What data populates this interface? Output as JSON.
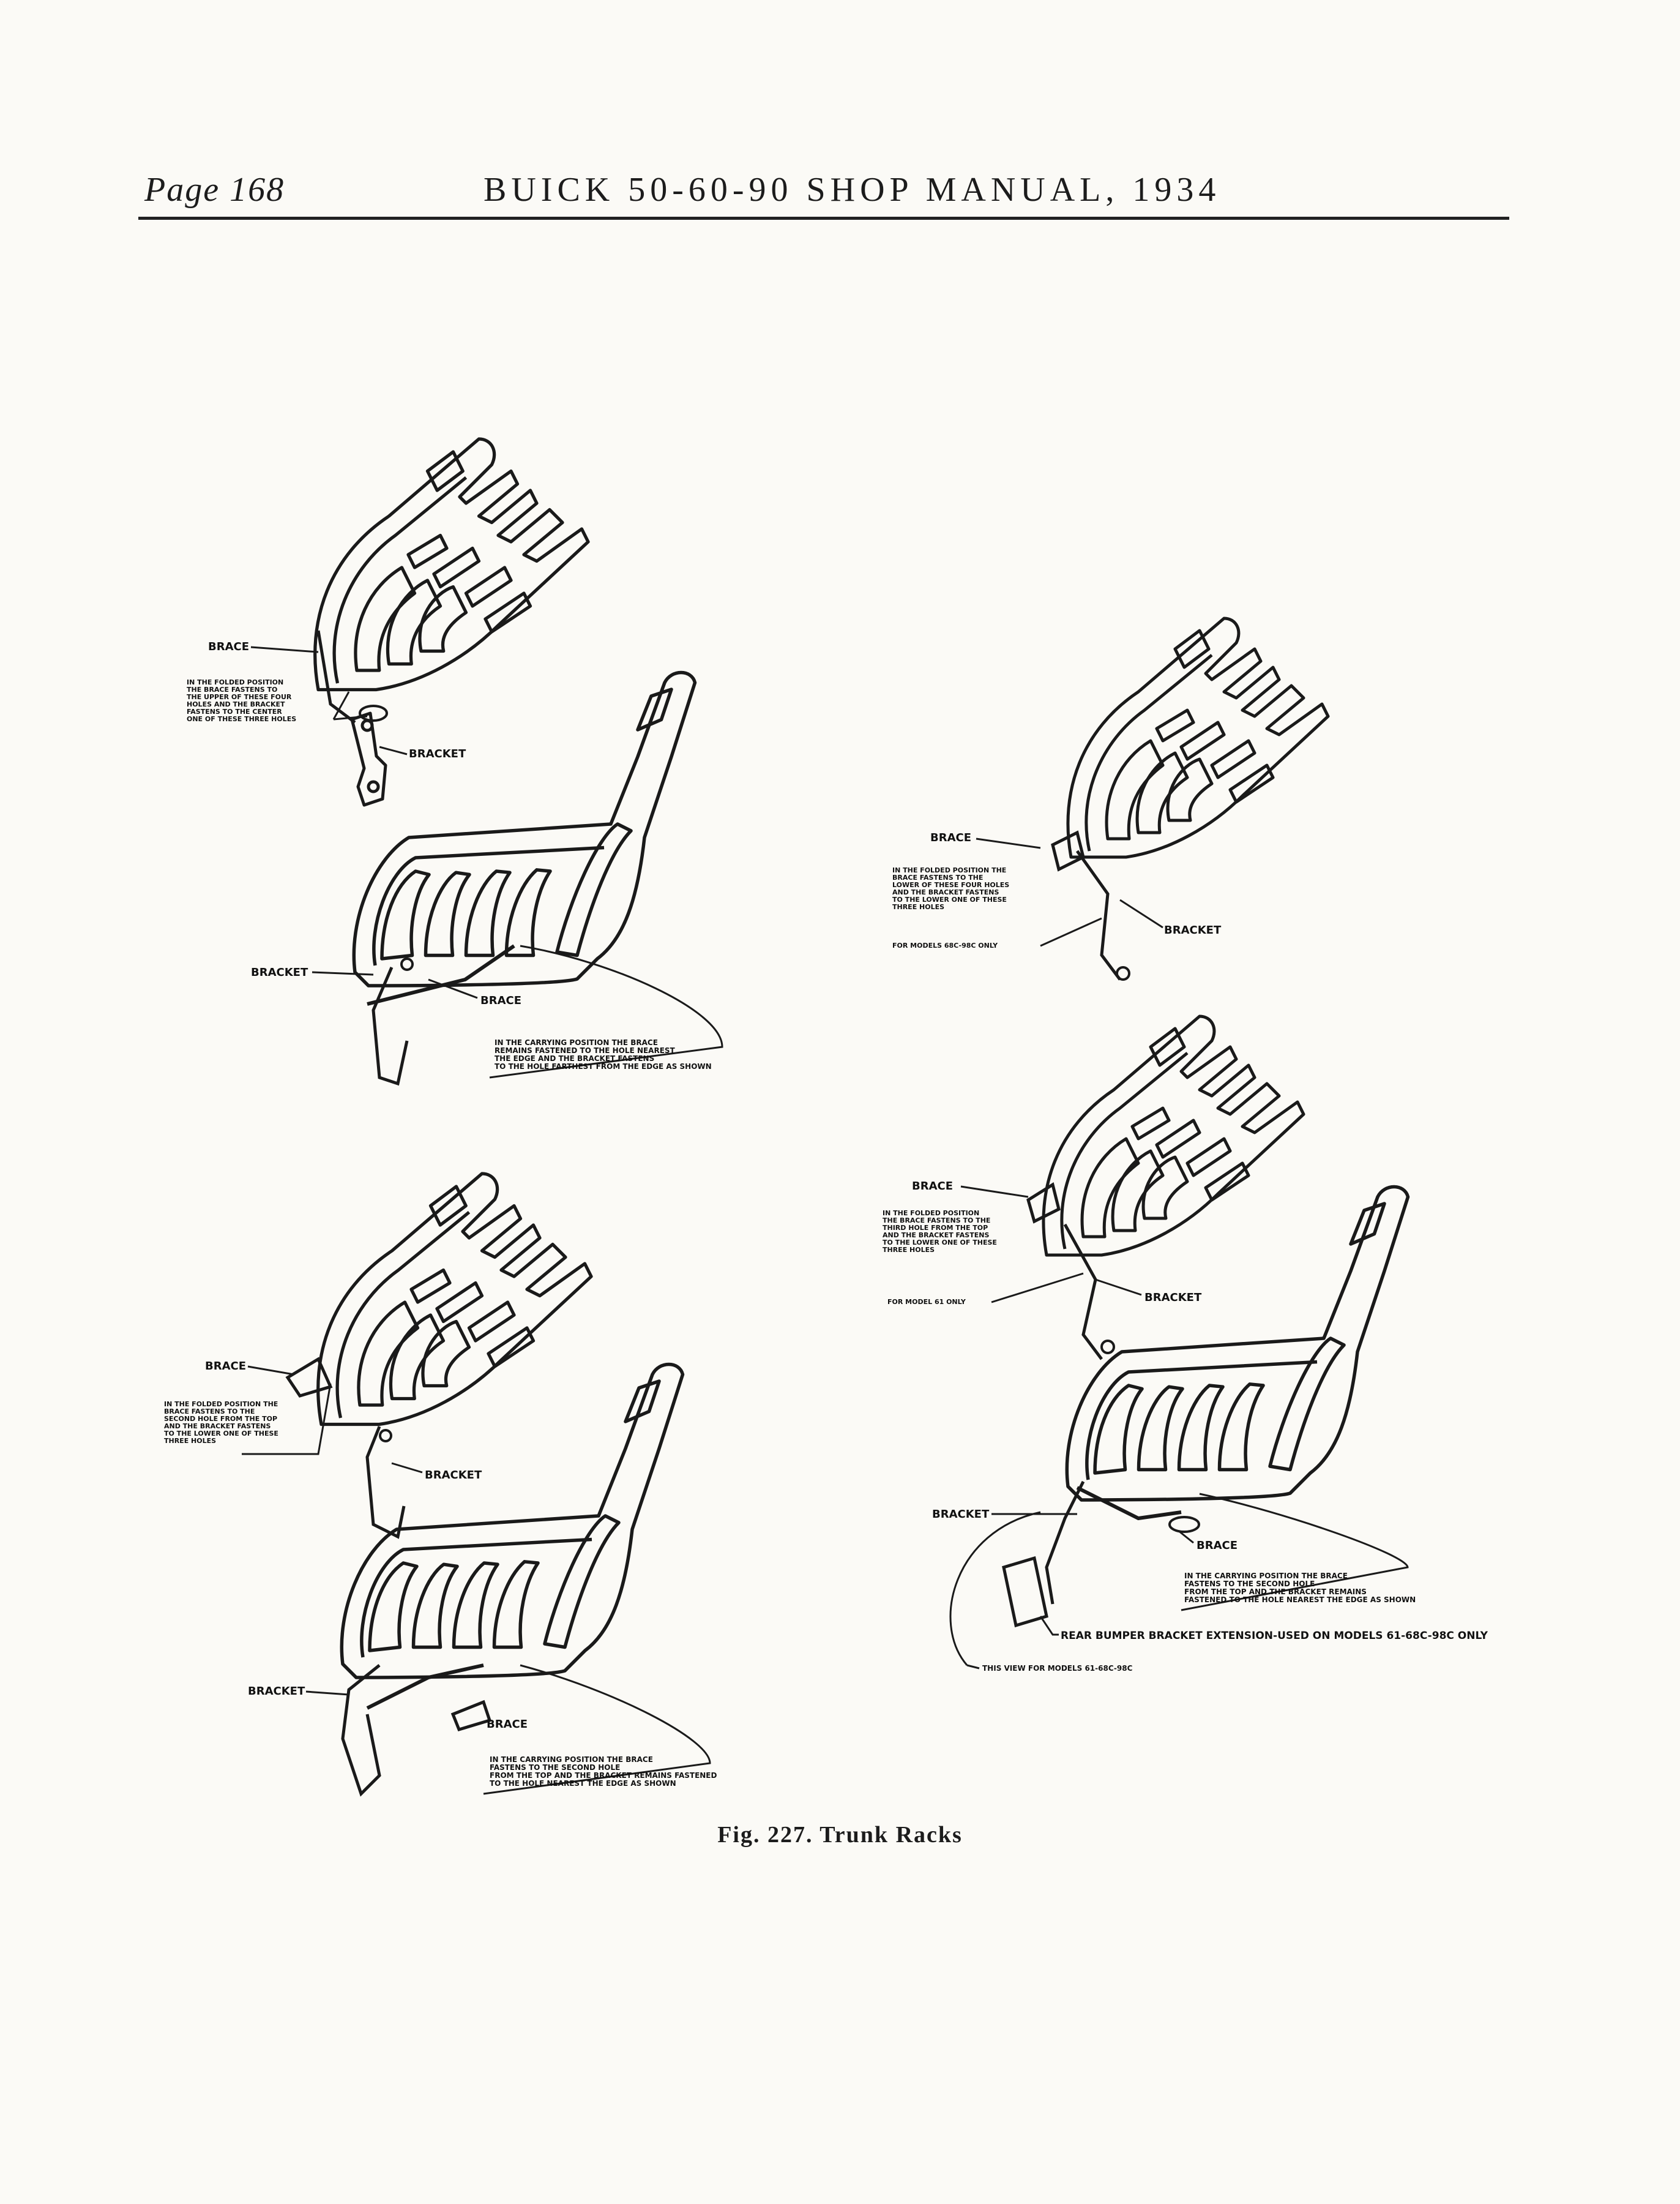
{
  "header": {
    "page_label": "Page 168",
    "manual_title": "BUICK 50-60-90 SHOP MANUAL, 1934"
  },
  "figure": {
    "caption": "Fig. 227. Trunk Racks",
    "labels": {
      "tl_brace": "BRACE",
      "tl_note": [
        "IN THE FOLDED POSITION",
        "THE BRACE FASTENS TO",
        "THE UPPER OF THESE FOUR",
        "HOLES AND THE BRACKET",
        "FASTENS TO THE CENTER",
        "ONE OF THESE THREE HOLES"
      ],
      "tl_bracket": "BRACKET",
      "tl2_bracket": "BRACKET",
      "tl2_brace": "BRACE",
      "tl2_note": [
        "IN THE CARRYING POSITION THE BRACE",
        "REMAINS FASTENED TO THE HOLE NEAREST",
        "THE EDGE AND THE BRACKET FASTENS",
        "TO THE HOLE FARTHEST FROM THE EDGE AS SHOWN"
      ],
      "tr_brace": "BRACE",
      "tr_note": [
        "IN THE FOLDED POSITION THE",
        "BRACE FASTENS TO THE",
        "LOWER OF THESE FOUR HOLES",
        "AND THE BRACKET FASTENS",
        "TO THE LOWER ONE OF THESE",
        "THREE HOLES"
      ],
      "tr_models": "FOR MODELS 68C-98C ONLY",
      "tr_bracket": "BRACKET",
      "mr_brace": "BRACE",
      "mr_note": [
        "IN THE FOLDED POSITION",
        "THE BRACE FASTENS TO THE",
        "THIRD HOLE FROM THE TOP",
        "AND THE BRACKET FASTENS",
        "TO THE LOWER ONE OF THESE",
        "THREE HOLES"
      ],
      "mr_models": "FOR MODEL 61 ONLY",
      "mr_bracket": "BRACKET",
      "bl_brace": "BRACE",
      "bl_note": [
        "IN THE FOLDED POSITION THE",
        "BRACE FASTENS TO THE",
        "SECOND HOLE FROM THE TOP",
        "AND THE BRACKET FASTENS",
        "TO THE LOWER ONE OF THESE",
        "THREE HOLES"
      ],
      "bl_bracket": "BRACKET",
      "bl2_bracket": "BRACKET",
      "bl2_brace": "BRACE",
      "bl2_note": [
        "IN THE CARRYING POSITION THE BRACE",
        "FASTENS TO THE SECOND HOLE",
        "FROM THE TOP AND THE BRACKET REMAINS FASTENED",
        "TO THE HOLE NEAREST THE EDGE AS SHOWN"
      ],
      "br_bracket": "BRACKET",
      "br_brace": "BRACE",
      "br_note": [
        "IN THE CARRYING POSITION THE BRACE",
        "FASTENS TO THE SECOND HOLE",
        "FROM THE TOP AND THE BRACKET REMAINS",
        "FASTENED TO THE HOLE NEAREST THE EDGE AS SHOWN"
      ],
      "br_bumper": "REAR BUMPER BRACKET EXTENSION-USED ON MODELS 61-68C-98C ONLY",
      "br_view": "THIS VIEW FOR MODELS 61-68C-98C"
    }
  }
}
